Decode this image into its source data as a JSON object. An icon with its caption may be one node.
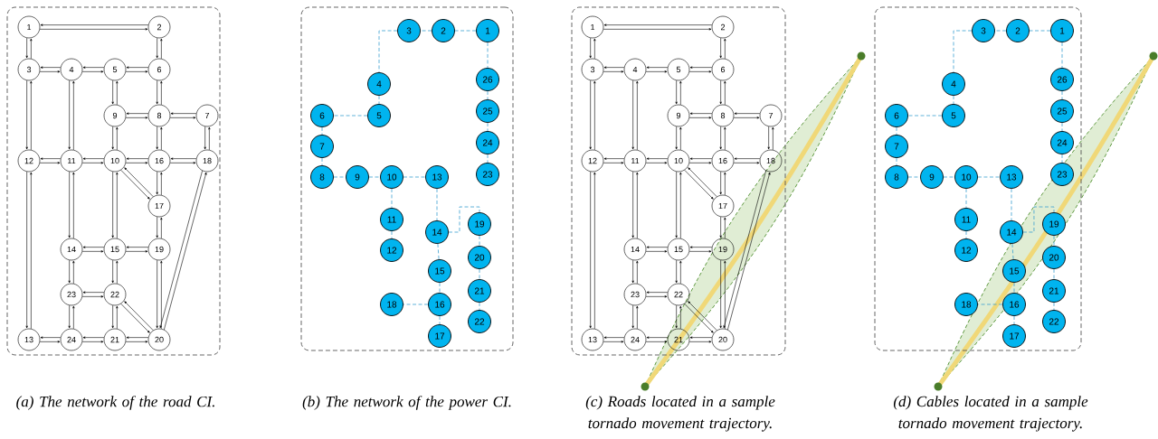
{
  "diagram": {
    "nodes": [
      {
        "text": [],
        "shape": "box"
      },
      {
        "text": [
          "1"
        ],
        "in": 0
      },
      {
        "text": [
          "2"
        ],
        "in": 0
      },
      {
        "text": [
          "3"
        ],
        "in": 0
      },
      {
        "text": [
          "4"
        ],
        "in": 0
      },
      {
        "text": [
          "5"
        ],
        "in": 0
      },
      {
        "text": [
          "6"
        ],
        "in": 0
      },
      {
        "text": [
          "7"
        ],
        "in": 0
      },
      {
        "text": [
          "8"
        ],
        "in": 0
      },
      {
        "text": [
          "9"
        ],
        "in": 0
      },
      {
        "text": [
          "10"
        ],
        "in": 0
      },
      {
        "text": [
          "11"
        ],
        "in": 0
      },
      {
        "text": [
          "12"
        ],
        "in": 0
      },
      {
        "text": [
          "13"
        ],
        "in": 0
      },
      {
        "text": [
          "14"
        ],
        "in": 0
      },
      {
        "text": [
          "15"
        ],
        "in": 0
      },
      {
        "text": [
          "16"
        ],
        "in": 0
      },
      {
        "text": [
          "17"
        ],
        "in": 0
      },
      {
        "text": [
          "18"
        ],
        "in": 0
      },
      {
        "text": [
          "19"
        ],
        "in": 0
      },
      {
        "text": [
          "20"
        ],
        "in": 0
      },
      {
        "text": [
          "21"
        ],
        "in": 0
      },
      {
        "text": [
          "22"
        ],
        "in": 0
      },
      {
        "text": [
          "23"
        ],
        "in": 0
      },
      {
        "text": [
          "24"
        ],
        "in": 0
      },
      {
        "text": [],
        "shape": "box"
      },
      {
        "text": [
          "1"
        ],
        "in": 25
      },
      {
        "text": [
          "2"
        ],
        "in": 25
      },
      {
        "text": [
          "3"
        ],
        "in": 25
      },
      {
        "text": [
          "4"
        ],
        "in": 25
      },
      {
        "text": [
          "5"
        ],
        "in": 25
      },
      {
        "text": [
          "6"
        ],
        "in": 25
      },
      {
        "text": [
          "7"
        ],
        "in": 25
      },
      {
        "text": [
          "8"
        ],
        "in": 25
      },
      {
        "text": [
          "9"
        ],
        "in": 25
      },
      {
        "text": [
          "10"
        ],
        "in": 25
      },
      {
        "text": [
          "11"
        ],
        "in": 25
      },
      {
        "text": [
          "12"
        ],
        "in": 25
      },
      {
        "text": [
          "13"
        ],
        "in": 25
      },
      {
        "text": [
          "14"
        ],
        "in": 25
      },
      {
        "text": [
          "15"
        ],
        "in": 25
      },
      {
        "text": [
          "16"
        ],
        "in": 25
      },
      {
        "text": [
          "17"
        ],
        "in": 25
      },
      {
        "text": [
          "18"
        ],
        "in": 25
      },
      {
        "text": [
          "19"
        ],
        "in": 25
      },
      {
        "text": [
          "20"
        ],
        "in": 25
      },
      {
        "text": [
          "21"
        ],
        "in": 25
      },
      {
        "text": [
          "22"
        ],
        "in": 25
      },
      {
        "text": [
          "23"
        ],
        "in": 25
      },
      {
        "text": [
          "24"
        ],
        "in": 25
      },
      {
        "text": [
          "25"
        ],
        "in": 25
      },
      {
        "text": [
          "26"
        ],
        "in": 25
      },
      {
        "text": [],
        "shape": "box"
      },
      {
        "text": [
          "1"
        ],
        "in": 52
      },
      {
        "text": [
          "2"
        ],
        "in": 52
      },
      {
        "text": [
          "3"
        ],
        "in": 52
      },
      {
        "text": [
          "4"
        ],
        "in": 52
      },
      {
        "text": [
          "5"
        ],
        "in": 52
      },
      {
        "text": [
          "6"
        ],
        "in": 52
      },
      {
        "text": [
          "7"
        ],
        "in": 52
      },
      {
        "text": [
          "8"
        ],
        "in": 52
      },
      {
        "text": [
          "9"
        ],
        "in": 52
      },
      {
        "text": [
          "10"
        ],
        "in": 52
      },
      {
        "text": [
          "11"
        ],
        "in": 52
      },
      {
        "text": [
          "12"
        ],
        "in": 52
      },
      {
        "text": [
          "13"
        ],
        "in": 52
      },
      {
        "text": [
          "14"
        ],
        "in": 52
      },
      {
        "text": [
          "15"
        ],
        "in": 52
      },
      {
        "text": [
          "16"
        ],
        "in": 52
      },
      {
        "text": [
          "17"
        ],
        "in": 52
      },
      {
        "text": [
          "18"
        ],
        "in": 52
      },
      {
        "text": [
          "19"
        ],
        "in": 52
      },
      {
        "text": [
          "20"
        ],
        "in": 52
      },
      {
        "text": [
          "21"
        ],
        "in": 52
      },
      {
        "text": [
          "22"
        ],
        "in": 52
      },
      {
        "text": [
          "23"
        ],
        "in": 52
      },
      {
        "text": [
          "24"
        ],
        "in": 52
      },
      {
        "text": [],
        "shape": "box"
      },
      {
        "text": [
          "1"
        ],
        "in": 77
      },
      {
        "text": [
          "2"
        ],
        "in": 77
      },
      {
        "text": [
          "3"
        ],
        "in": 77
      },
      {
        "text": [
          "4"
        ],
        "in": 77
      },
      {
        "text": [
          "5"
        ],
        "in": 77
      },
      {
        "text": [
          "6"
        ],
        "in": 77
      },
      {
        "text": [
          "7"
        ],
        "in": 77
      },
      {
        "text": [
          "8"
        ],
        "in": 77
      },
      {
        "text": [
          "9"
        ],
        "in": 77
      },
      {
        "text": [
          "10"
        ],
        "in": 77
      },
      {
        "text": [
          "11"
        ],
        "in": 77
      },
      {
        "text": [
          "12"
        ],
        "in": 77
      },
      {
        "text": [
          "13"
        ],
        "in": 77
      },
      {
        "text": [
          "14"
        ],
        "in": 77
      },
      {
        "text": [
          "15"
        ],
        "in": 77
      },
      {
        "text": [
          "16"
        ],
        "in": 77
      },
      {
        "text": [
          "17"
        ],
        "in": 77
      },
      {
        "text": [
          "18"
        ],
        "in": 77
      },
      {
        "text": [
          "19"
        ],
        "in": 77
      },
      {
        "text": [
          "20"
        ],
        "in": 77
      },
      {
        "text": [
          "21"
        ],
        "in": 77
      },
      {
        "text": [
          "22"
        ],
        "in": 77
      },
      {
        "text": [
          "23"
        ],
        "in": 77
      },
      {
        "text": [
          "24"
        ],
        "in": 77
      },
      {
        "text": [
          "25"
        ],
        "in": 77
      },
      {
        "text": [
          "26"
        ],
        "in": 77
      }
    ],
    "edges": [
      {
        "from": 1,
        "to": 2,
        "arrow": "to"
      },
      {
        "from": 2,
        "to": 1,
        "arrow": "to"
      },
      {
        "from": 1,
        "to": 3,
        "arrow": "to"
      },
      {
        "from": 3,
        "to": 1,
        "arrow": "to"
      },
      {
        "from": 2,
        "to": 6,
        "arrow": "to"
      },
      {
        "from": 6,
        "to": 2,
        "arrow": "to"
      },
      {
        "from": 3,
        "to": 4,
        "arrow": "to"
      },
      {
        "from": 4,
        "to": 3,
        "arrow": "to"
      },
      {
        "from": 3,
        "to": 12,
        "arrow": "to"
      },
      {
        "from": 12,
        "to": 3,
        "arrow": "to"
      },
      {
        "from": 4,
        "to": 5,
        "arrow": "to"
      },
      {
        "from": 5,
        "to": 4,
        "arrow": "to"
      },
      {
        "from": 4,
        "to": 11,
        "arrow": "to"
      },
      {
        "from": 11,
        "to": 4,
        "arrow": "to"
      },
      {
        "from": 5,
        "to": 6,
        "arrow": "to"
      },
      {
        "from": 6,
        "to": 5,
        "arrow": "to"
      },
      {
        "from": 5,
        "to": 9,
        "arrow": "to"
      },
      {
        "from": 9,
        "to": 5,
        "arrow": "to"
      },
      {
        "from": 6,
        "to": 8,
        "arrow": "to"
      },
      {
        "from": 8,
        "to": 6,
        "arrow": "to"
      },
      {
        "from": 7,
        "to": 8,
        "arrow": "to"
      },
      {
        "from": 8,
        "to": 7,
        "arrow": "to"
      },
      {
        "from": 7,
        "to": 18,
        "arrow": "to"
      },
      {
        "from": 18,
        "to": 7,
        "arrow": "to"
      },
      {
        "from": 8,
        "to": 9,
        "arrow": "to"
      },
      {
        "from": 9,
        "to": 8,
        "arrow": "to"
      },
      {
        "from": 8,
        "to": 16,
        "arrow": "to"
      },
      {
        "from": 16,
        "to": 8,
        "arrow": "to"
      },
      {
        "from": 9,
        "to": 10,
        "arrow": "to"
      },
      {
        "from": 10,
        "to": 9,
        "arrow": "to"
      },
      {
        "from": 10,
        "to": 11,
        "arrow": "to"
      },
      {
        "from": 11,
        "to": 10,
        "arrow": "to"
      },
      {
        "from": 10,
        "to": 15,
        "arrow": "to"
      },
      {
        "from": 15,
        "to": 10,
        "arrow": "to"
      },
      {
        "from": 10,
        "to": 16,
        "arrow": "to"
      },
      {
        "from": 16,
        "to": 10,
        "arrow": "to"
      },
      {
        "from": 10,
        "to": 17,
        "arrow": "to"
      },
      {
        "from": 17,
        "to": 10,
        "arrow": "to"
      },
      {
        "from": 11,
        "to": 12,
        "arrow": "to"
      },
      {
        "from": 12,
        "to": 11,
        "arrow": "to"
      },
      {
        "from": 11,
        "to": 14,
        "arrow": "to"
      },
      {
        "from": 14,
        "to": 11,
        "arrow": "to"
      },
      {
        "from": 12,
        "to": 13,
        "arrow": "to"
      },
      {
        "from": 13,
        "to": 12,
        "arrow": "to"
      },
      {
        "from": 13,
        "to": 24,
        "arrow": "to"
      },
      {
        "from": 24,
        "to": 13,
        "arrow": "to"
      },
      {
        "from": 14,
        "to": 15,
        "arrow": "to"
      },
      {
        "from": 15,
        "to": 14,
        "arrow": "to"
      },
      {
        "from": 14,
        "to": 23,
        "arrow": "to"
      },
      {
        "from": 23,
        "to": 14,
        "arrow": "to"
      },
      {
        "from": 15,
        "to": 19,
        "arrow": "to"
      },
      {
        "from": 19,
        "to": 15,
        "arrow": "to"
      },
      {
        "from": 15,
        "to": 22,
        "arrow": "to"
      },
      {
        "from": 22,
        "to": 15,
        "arrow": "to"
      },
      {
        "from": 16,
        "to": 17,
        "arrow": "to"
      },
      {
        "from": 17,
        "to": 16,
        "arrow": "to"
      },
      {
        "from": 16,
        "to": 18,
        "arrow": "to"
      },
      {
        "from": 18,
        "to": 16,
        "arrow": "to"
      },
      {
        "from": 17,
        "to": 19,
        "arrow": "to"
      },
      {
        "from": 19,
        "to": 17,
        "arrow": "to"
      },
      {
        "from": 18,
        "to": 20,
        "arrow": "to"
      },
      {
        "from": 20,
        "to": 18,
        "arrow": "to"
      },
      {
        "from": 19,
        "to": 20,
        "arrow": "to"
      },
      {
        "from": 20,
        "to": 19,
        "arrow": "to"
      },
      {
        "from": 20,
        "to": 21,
        "arrow": "to"
      },
      {
        "from": 21,
        "to": 20,
        "arrow": "to"
      },
      {
        "from": 20,
        "to": 22,
        "arrow": "to"
      },
      {
        "from": 22,
        "to": 20,
        "arrow": "to"
      },
      {
        "from": 21,
        "to": 22,
        "arrow": "to"
      },
      {
        "from": 22,
        "to": 21,
        "arrow": "to"
      },
      {
        "from": 21,
        "to": 24,
        "arrow": "to"
      },
      {
        "from": 24,
        "to": 21,
        "arrow": "to"
      },
      {
        "from": 22,
        "to": 23,
        "arrow": "to"
      },
      {
        "from": 23,
        "to": 22,
        "arrow": "to"
      },
      {
        "from": 23,
        "to": 24,
        "arrow": "to"
      },
      {
        "from": 24,
        "to": 23,
        "arrow": "to"
      },
      {
        "from": 26,
        "to": 27,
        "arrow": "none",
        "style": "dashed",
        "color": "#3a9fd0"
      },
      {
        "from": 27,
        "to": 28,
        "arrow": "none",
        "style": "dashed",
        "color": "#3a9fd0"
      },
      {
        "from": 28,
        "to": 29,
        "arrow": "none",
        "style": "dashed",
        "color": "#3a9fd0"
      },
      {
        "from": 29,
        "to": 30,
        "arrow": "none",
        "style": "dashed",
        "color": "#3a9fd0"
      },
      {
        "from": 30,
        "to": 31,
        "arrow": "none",
        "style": "dashed",
        "color": "#3a9fd0"
      },
      {
        "from": 31,
        "to": 32,
        "arrow": "none",
        "style": "dashed",
        "color": "#3a9fd0"
      },
      {
        "from": 32,
        "to": 33,
        "arrow": "none",
        "style": "dashed",
        "color": "#3a9fd0"
      },
      {
        "from": 33,
        "to": 34,
        "arrow": "none",
        "style": "dashed",
        "color": "#3a9fd0"
      },
      {
        "from": 34,
        "to": 35,
        "arrow": "none",
        "style": "dashed",
        "color": "#3a9fd0"
      },
      {
        "from": 35,
        "to": 38,
        "arrow": "none",
        "style": "dashed",
        "color": "#3a9fd0"
      },
      {
        "from": 35,
        "to": 36,
        "arrow": "none",
        "style": "dashed",
        "color": "#3a9fd0"
      },
      {
        "from": 36,
        "to": 37,
        "arrow": "none",
        "style": "dashed",
        "color": "#3a9fd0"
      },
      {
        "from": 38,
        "to": 39,
        "arrow": "none",
        "style": "dashed",
        "color": "#3a9fd0"
      },
      {
        "from": 39,
        "to": 44,
        "arrow": "none",
        "style": "dashed",
        "color": "#3a9fd0"
      },
      {
        "from": 39,
        "to": 40,
        "arrow": "none",
        "style": "dashed",
        "color": "#3a9fd0"
      },
      {
        "from": 40,
        "to": 41,
        "arrow": "none",
        "style": "dashed",
        "color": "#3a9fd0"
      },
      {
        "from": 41,
        "to": 43,
        "arrow": "none",
        "style": "dashed",
        "color": "#3a9fd0"
      },
      {
        "from": 41,
        "to": 42,
        "arrow": "none",
        "style": "dashed",
        "color": "#3a9fd0"
      },
      {
        "from": 26,
        "to": 51,
        "arrow": "none",
        "style": "dashed",
        "color": "#3a9fd0"
      },
      {
        "from": 51,
        "to": 50,
        "arrow": "none",
        "style": "dashed",
        "color": "#3a9fd0"
      },
      {
        "from": 50,
        "to": 49,
        "arrow": "none",
        "style": "dashed",
        "color": "#3a9fd0"
      },
      {
        "from": 49,
        "to": 48,
        "arrow": "none",
        "style": "dashed",
        "color": "#3a9fd0"
      },
      {
        "from": 44,
        "to": 45,
        "arrow": "none",
        "style": "dashed",
        "color": "#3a9fd0"
      },
      {
        "from": 45,
        "to": 46,
        "arrow": "none",
        "style": "dashed",
        "color": "#3a9fd0"
      },
      {
        "from": 46,
        "to": 47,
        "arrow": "none",
        "style": "dashed",
        "color": "#3a9fd0"
      },
      {
        "from": 53,
        "to": 54,
        "arrow": "to"
      },
      {
        "from": 54,
        "to": 53,
        "arrow": "to"
      },
      {
        "from": 53,
        "to": 55,
        "arrow": "to"
      },
      {
        "from": 55,
        "to": 53,
        "arrow": "to"
      },
      {
        "from": 54,
        "to": 58,
        "arrow": "to"
      },
      {
        "from": 58,
        "to": 54,
        "arrow": "to"
      },
      {
        "from": 55,
        "to": 56,
        "arrow": "to"
      },
      {
        "from": 56,
        "to": 55,
        "arrow": "to"
      },
      {
        "from": 55,
        "to": 64,
        "arrow": "to"
      },
      {
        "from": 64,
        "to": 55,
        "arrow": "to"
      },
      {
        "from": 56,
        "to": 57,
        "arrow": "to"
      },
      {
        "from": 57,
        "to": 56,
        "arrow": "to"
      },
      {
        "from": 56,
        "to": 63,
        "arrow": "to"
      },
      {
        "from": 63,
        "to": 56,
        "arrow": "to"
      },
      {
        "from": 57,
        "to": 58,
        "arrow": "to"
      },
      {
        "from": 58,
        "to": 57,
        "arrow": "to"
      },
      {
        "from": 57,
        "to": 61,
        "arrow": "to"
      },
      {
        "from": 61,
        "to": 57,
        "arrow": "to"
      },
      {
        "from": 58,
        "to": 60,
        "arrow": "to"
      },
      {
        "from": 60,
        "to": 58,
        "arrow": "to"
      },
      {
        "from": 59,
        "to": 60,
        "arrow": "to"
      },
      {
        "from": 60,
        "to": 59,
        "arrow": "to"
      },
      {
        "from": 59,
        "to": 70,
        "arrow": "to"
      },
      {
        "from": 70,
        "to": 59,
        "arrow": "to"
      },
      {
        "from": 60,
        "to": 61,
        "arrow": "to"
      },
      {
        "from": 61,
        "to": 60,
        "arrow": "to"
      },
      {
        "from": 60,
        "to": 68,
        "arrow": "to"
      },
      {
        "from": 68,
        "to": 60,
        "arrow": "to"
      },
      {
        "from": 61,
        "to": 62,
        "arrow": "to"
      },
      {
        "from": 62,
        "to": 61,
        "arrow": "to"
      },
      {
        "from": 62,
        "to": 63,
        "arrow": "to"
      },
      {
        "from": 63,
        "to": 62,
        "arrow": "to"
      },
      {
        "from": 62,
        "to": 67,
        "arrow": "to"
      },
      {
        "from": 67,
        "to": 62,
        "arrow": "to"
      },
      {
        "from": 62,
        "to": 68,
        "arrow": "to"
      },
      {
        "from": 68,
        "to": 62,
        "arrow": "to"
      },
      {
        "from": 62,
        "to": 69,
        "arrow": "to"
      },
      {
        "from": 69,
        "to": 62,
        "arrow": "to"
      },
      {
        "from": 63,
        "to": 64,
        "arrow": "to"
      },
      {
        "from": 64,
        "to": 63,
        "arrow": "to"
      },
      {
        "from": 63,
        "to": 66,
        "arrow": "to"
      },
      {
        "from": 66,
        "to": 63,
        "arrow": "to"
      },
      {
        "from": 64,
        "to": 65,
        "arrow": "to"
      },
      {
        "from": 65,
        "to": 64,
        "arrow": "to"
      },
      {
        "from": 65,
        "to": 76,
        "arrow": "to"
      },
      {
        "from": 76,
        "to": 65,
        "arrow": "to"
      },
      {
        "from": 66,
        "to": 67,
        "arrow": "to"
      },
      {
        "from": 67,
        "to": 66,
        "arrow": "to"
      },
      {
        "from": 66,
        "to": 75,
        "arrow": "to"
      },
      {
        "from": 75,
        "to": 66,
        "arrow": "to"
      },
      {
        "from": 67,
        "to": 71,
        "arrow": "to"
      },
      {
        "from": 71,
        "to": 67,
        "arrow": "to"
      },
      {
        "from": 67,
        "to": 74,
        "arrow": "to"
      },
      {
        "from": 74,
        "to": 67,
        "arrow": "to"
      },
      {
        "from": 68,
        "to": 69,
        "arrow": "to"
      },
      {
        "from": 69,
        "to": 68,
        "arrow": "to"
      },
      {
        "from": 68,
        "to": 70,
        "arrow": "to"
      },
      {
        "from": 70,
        "to": 68,
        "arrow": "to"
      },
      {
        "from": 69,
        "to": 71,
        "arrow": "to"
      },
      {
        "from": 71,
        "to": 69,
        "arrow": "to"
      },
      {
        "from": 70,
        "to": 72,
        "arrow": "to"
      },
      {
        "from": 72,
        "to": 70,
        "arrow": "to"
      },
      {
        "from": 71,
        "to": 72,
        "arrow": "to"
      },
      {
        "from": 72,
        "to": 71,
        "arrow": "to"
      },
      {
        "from": 72,
        "to": 73,
        "arrow": "to"
      },
      {
        "from": 73,
        "to": 72,
        "arrow": "to"
      },
      {
        "from": 72,
        "to": 74,
        "arrow": "to"
      },
      {
        "from": 74,
        "to": 72,
        "arrow": "to"
      },
      {
        "from": 73,
        "to": 74,
        "arrow": "to"
      },
      {
        "from": 74,
        "to": 73,
        "arrow": "to"
      },
      {
        "from": 73,
        "to": 76,
        "arrow": "to"
      },
      {
        "from": 76,
        "to": 73,
        "arrow": "to"
      },
      {
        "from": 74,
        "to": 75,
        "arrow": "to"
      },
      {
        "from": 75,
        "to": 74,
        "arrow": "to"
      },
      {
        "from": 75,
        "to": 76,
        "arrow": "to"
      },
      {
        "from": 76,
        "to": 75,
        "arrow": "to"
      },
      {
        "from": 78,
        "to": 79,
        "arrow": "none",
        "style": "dashed",
        "color": "#3a9fd0"
      },
      {
        "from": 79,
        "to": 80,
        "arrow": "none",
        "style": "dashed",
        "color": "#3a9fd0"
      },
      {
        "from": 80,
        "to": 81,
        "arrow": "none",
        "style": "dashed",
        "color": "#3a9fd0"
      },
      {
        "from": 81,
        "to": 82,
        "arrow": "none",
        "style": "dashed",
        "color": "#3a9fd0"
      },
      {
        "from": 82,
        "to": 83,
        "arrow": "none",
        "style": "dashed",
        "color": "#3a9fd0"
      },
      {
        "from": 83,
        "to": 84,
        "arrow": "none",
        "style": "dashed",
        "color": "#3a9fd0"
      },
      {
        "from": 84,
        "to": 85,
        "arrow": "none",
        "style": "dashed",
        "color": "#3a9fd0"
      },
      {
        "from": 85,
        "to": 86,
        "arrow": "none",
        "style": "dashed",
        "color": "#3a9fd0"
      },
      {
        "from": 86,
        "to": 87,
        "arrow": "none",
        "style": "dashed",
        "color": "#3a9fd0"
      },
      {
        "from": 87,
        "to": 90,
        "arrow": "none",
        "style": "dashed",
        "color": "#3a9fd0"
      },
      {
        "from": 87,
        "to": 88,
        "arrow": "none",
        "style": "dashed",
        "color": "#3a9fd0"
      },
      {
        "from": 88,
        "to": 89,
        "arrow": "none",
        "style": "dashed",
        "color": "#3a9fd0"
      },
      {
        "from": 90,
        "to": 91,
        "arrow": "none",
        "style": "dashed",
        "color": "#3a9fd0"
      },
      {
        "from": 91,
        "to": 96,
        "arrow": "none",
        "style": "dashed",
        "color": "#3a9fd0"
      },
      {
        "from": 91,
        "to": 92,
        "arrow": "none",
        "style": "dashed",
        "color": "#3a9fd0"
      },
      {
        "from": 92,
        "to": 93,
        "arrow": "none",
        "style": "dashed",
        "color": "#3a9fd0"
      },
      {
        "from": 93,
        "to": 95,
        "arrow": "none",
        "style": "dashed",
        "color": "#3a9fd0"
      },
      {
        "from": 93,
        "to": 94,
        "arrow": "none",
        "style": "dashed",
        "color": "#3a9fd0"
      },
      {
        "from": 78,
        "to": 103,
        "arrow": "none",
        "style": "dashed",
        "color": "#3a9fd0"
      },
      {
        "from": 103,
        "to": 102,
        "arrow": "none",
        "style": "dashed",
        "color": "#3a9fd0"
      },
      {
        "from": 102,
        "to": 101,
        "arrow": "none",
        "style": "dashed",
        "color": "#3a9fd0"
      },
      {
        "from": 101,
        "to": 100,
        "arrow": "none",
        "style": "dashed",
        "color": "#3a9fd0"
      },
      {
        "from": 96,
        "to": 97,
        "arrow": "none",
        "style": "dashed",
        "color": "#3a9fd0"
      },
      {
        "from": 97,
        "to": 98,
        "arrow": "none",
        "style": "dashed",
        "color": "#3a9fd0"
      },
      {
        "from": 98,
        "to": 99,
        "arrow": "none",
        "style": "dashed",
        "color": "#3a9fd0"
      }
    ],
    "labels": [
      "(a) The network of the road CI.",
      "(b) The network of the power CI.",
      "(c) Roads located in a sample tornado movement trajectory.",
      "(d) Cables located in a sample tornado movement trajectory."
    ]
  }
}
